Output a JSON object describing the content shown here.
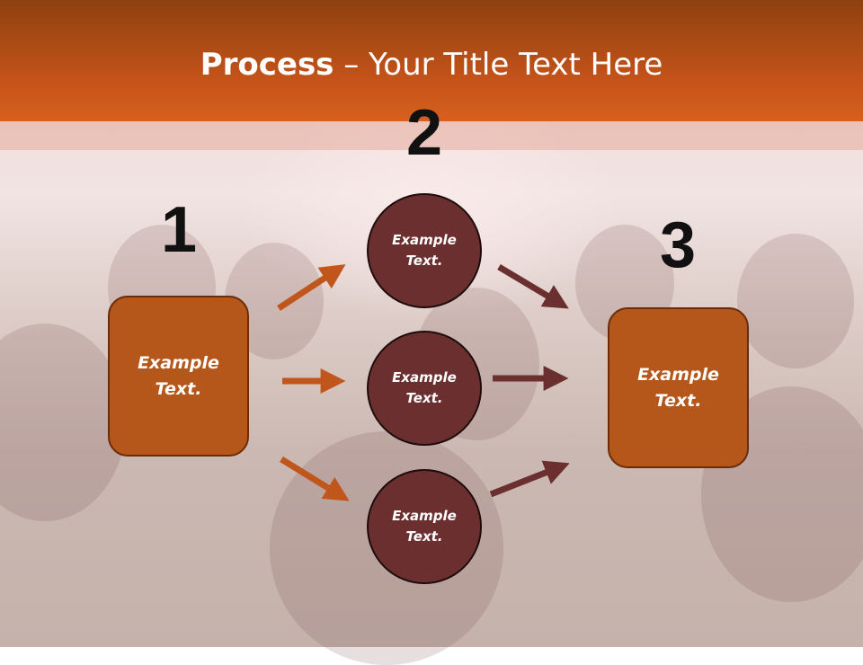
{
  "title": {
    "bold": "Process",
    "rest": " – Your Title Text Here"
  },
  "steps": [
    {
      "number": "1",
      "label": "Example Text."
    },
    {
      "number": "2",
      "label": "Example Text."
    },
    {
      "number": "3",
      "label": "Example Text."
    }
  ],
  "circles": [
    {
      "label": "Example Text."
    },
    {
      "label": "Example Text."
    },
    {
      "label": "Example Text."
    }
  ],
  "colors": {
    "header": "#c8541a",
    "box": "#b5571a",
    "circle": "#6b2f2f",
    "arrow_left": "#c0561c",
    "arrow_right": "#6b2f2f"
  }
}
